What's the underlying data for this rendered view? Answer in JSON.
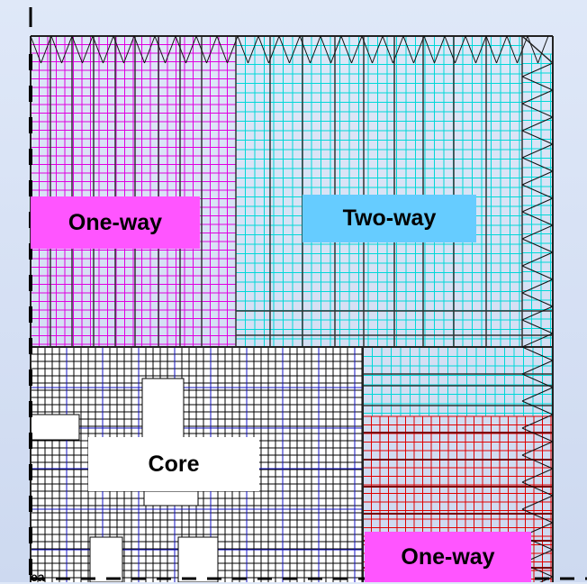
{
  "colors": {
    "background": "#dfe8f8",
    "oneway_mesh": "#e000e0",
    "twoway_mesh": "#00d8d8",
    "core_mesh": "#000000",
    "core_grid_blue": "#1010c0",
    "red_mesh": "#e00000",
    "oneway_label_bg": "#ff55ff",
    "twoway_label_bg": "#66ccff",
    "core_label_bg": "#ffffff"
  },
  "labels": {
    "oneway_top": "One-way",
    "twoway": "Two-way",
    "core": "Core",
    "oneway_bottom": "One-way",
    "corner": "ea"
  }
}
